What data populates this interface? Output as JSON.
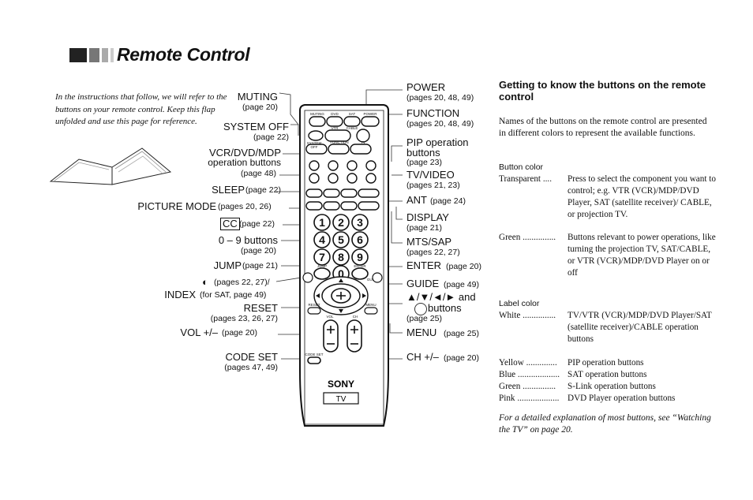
{
  "page": {
    "title": "Remote Control",
    "intro": "In the instructions that follow, we will refer to the buttons on your remote control. Keep this flap unfolded and use this page for reference."
  },
  "left_callouts": [
    {
      "label": "MUTING",
      "pages": "(page 20)"
    },
    {
      "label": "SYSTEM OFF",
      "pages": "(page 22)"
    },
    {
      "label": "VCR/DVD/MDP",
      "pages": "operation buttons"
    },
    {
      "label": "",
      "pages": "(page 48)"
    },
    {
      "label": "SLEEP",
      "pages": "(page 22)"
    },
    {
      "label": "PICTURE MODE",
      "pages": "(pages 20, 26)"
    },
    {
      "label": "CC",
      "pages": "(page 22)"
    },
    {
      "label": "0 – 9 buttons",
      "pages": "(page 20)"
    },
    {
      "label": "JUMP",
      "pages": "(page 21)"
    },
    {
      "label": "(pages 22, 27)/",
      "pages": ""
    },
    {
      "label": "INDEX",
      "pages": "(for SAT, page 49)"
    },
    {
      "label": "RESET",
      "pages": "(pages 23, 26, 27)"
    },
    {
      "label": "VOL +/–",
      "pages": "(page 20)"
    },
    {
      "label": "CODE SET",
      "pages": "(pages 47, 49)"
    }
  ],
  "right_callouts": [
    {
      "label": "POWER",
      "pages": "(pages 20, 48, 49)"
    },
    {
      "label": "FUNCTION",
      "pages": "(pages 20, 48, 49)"
    },
    {
      "label": "PIP operation buttons",
      "pages": "(page 23)"
    },
    {
      "label": "TV/VIDEO",
      "pages": "(pages 21, 23)"
    },
    {
      "label": "ANT",
      "pages": "(page 24)"
    },
    {
      "label": "DISPLAY",
      "pages": "(page 21)"
    },
    {
      "label": "MTS/SAP",
      "pages": "(pages 22, 27)"
    },
    {
      "label": "ENTER",
      "pages": "(page 20)"
    },
    {
      "label": "GUIDE",
      "pages": "(page 49)"
    },
    {
      "label": "▲/▼/◄/► and",
      "pages": ""
    },
    {
      "label": "buttons",
      "pages": "(page 25)"
    },
    {
      "label": "MENU",
      "pages": "(page 25)"
    },
    {
      "label": "CH +/–",
      "pages": "(page 20)"
    }
  ],
  "remote": {
    "brand": "SONY",
    "model": "TV",
    "top_labels": [
      "MUTING",
      "DVD",
      "SAT",
      "POWER",
      "VTR",
      "CABLE",
      "SYSTEM",
      "OFF",
      "FUNCTION",
      "TV"
    ],
    "digits": [
      "1",
      "2",
      "3",
      "4",
      "5",
      "6",
      "7",
      "8",
      "9",
      "0"
    ],
    "enter_label": "ENTER",
    "jump_label": "JUMP",
    "reset_label": "RESET",
    "menu_label": "MENU",
    "vol_label": "VOL",
    "ch_label": "CH",
    "codeset_label": "CODE SET",
    "guide_label": "GUIDE"
  },
  "right_panel": {
    "heading": "Getting to know the buttons on the remote control",
    "body": "Names of the buttons on the remote control are presented in different colors to represent the available functions.",
    "button_color_title": "Button color",
    "button_colors": [
      {
        "name": "Transparent ....",
        "desc": "Press to select the component you want to control; e.g. VTR (VCR)/MDP/DVD Player, SAT (satellite receiver)/ CABLE, or projection TV."
      },
      {
        "name": "Green ...............",
        "desc": "Buttons relevant to power operations, like turning the projection TV, SAT/CABLE, or VTR (VCR)/MDP/DVD Player on or off"
      }
    ],
    "label_color_title": "Label color",
    "label_colors": [
      {
        "name": "White ...............",
        "desc": "TV/VTR (VCR)/MDP/DVD Player/SAT (satellite receiver)/CABLE operation buttons"
      },
      {
        "name": "Yellow ..............",
        "desc": "PIP operation buttons"
      },
      {
        "name": "Blue ...................",
        "desc": "SAT operation buttons"
      },
      {
        "name": "Green ...............",
        "desc": "S-Link operation buttons"
      },
      {
        "name": "Pink ...................",
        "desc": "DVD Player operation buttons"
      }
    ],
    "footer": "For a detailed explanation of most buttons, see “Watching the TV” on page 20."
  }
}
